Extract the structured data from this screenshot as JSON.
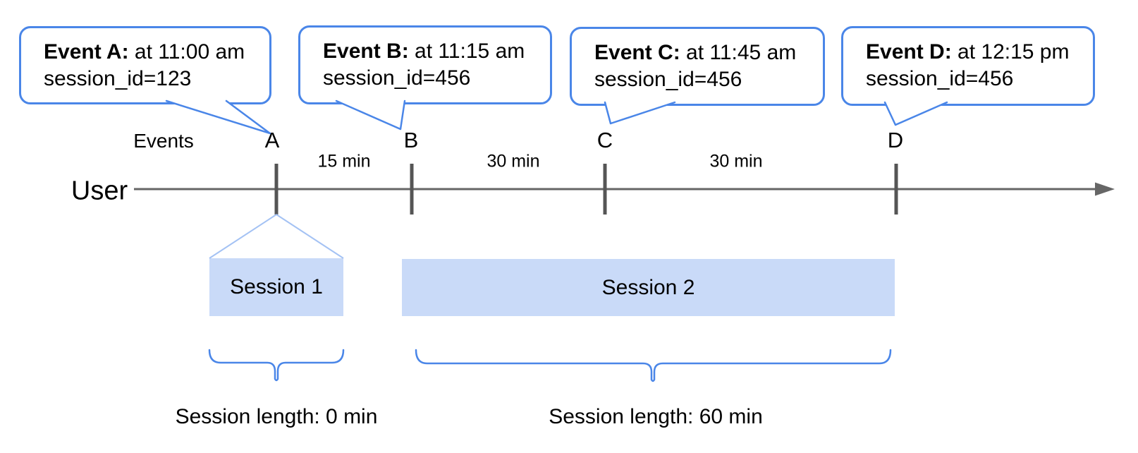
{
  "diagram": {
    "callouts": [
      {
        "title": "Event A:",
        "time": "at 11:00 am",
        "session": "session_id=123"
      },
      {
        "title": "Event B:",
        "time": "at 11:15 am",
        "session": "session_id=456"
      },
      {
        "title": "Event C:",
        "time": "at 11:45 am",
        "session": "session_id=456"
      },
      {
        "title": "Event D:",
        "time": "at 12:15 pm",
        "session": "session_id=456"
      }
    ],
    "events_label": "Events",
    "user_label": "User",
    "event_markers": [
      "A",
      "B",
      "C",
      "D"
    ],
    "intervals": [
      "15 min",
      "30 min",
      "30 min"
    ],
    "sessions": [
      {
        "label": "Session 1",
        "length_label": "Session length: 0 min"
      },
      {
        "label": "Session 2",
        "length_label": "Session length: 60 min"
      }
    ],
    "colors": {
      "callout_border": "#4a86e8",
      "session_fill": "#c9daf8",
      "funnel_line": "#a4c2f4",
      "timeline_line": "#666666",
      "tick_mark": "#555555",
      "brace": "#4a86e8",
      "text": "#000000"
    }
  }
}
